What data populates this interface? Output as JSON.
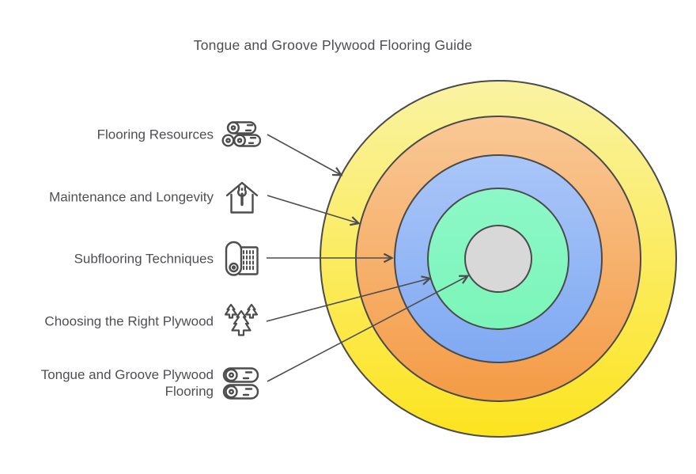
{
  "title": "Tongue and Groove Plywood Flooring Guide",
  "diagram_type": "onion-diagram",
  "labels": [
    {
      "text": "Flooring Resources",
      "icon": "log-pile-icon",
      "target_ring": "Flooring Resources"
    },
    {
      "text": "Maintenance and Longevity",
      "icon": "house-wrench-icon",
      "target_ring": "Maintenance and Longevity"
    },
    {
      "text": "Subflooring Techniques",
      "icon": "underlayment-roll-icon",
      "target_ring": "Subflooring Techniques"
    },
    {
      "text": "Choosing the Right Plywood",
      "icon": "pine-trees-icon",
      "target_ring": "Choosing the Right Plywood"
    },
    {
      "text": "Tongue and Groove Plywood Flooring",
      "icon": "stacked-logs-icon",
      "target_ring": "core"
    }
  ],
  "rings": [
    {
      "name": "Flooring Resources",
      "radius": 225,
      "color_top": "#faf3a3",
      "color_bottom": "#fce41f"
    },
    {
      "name": "Maintenance and Longevity",
      "radius": 180,
      "color_top": "#f9c896",
      "color_bottom": "#f49b45"
    },
    {
      "name": "Subflooring Techniques",
      "radius": 131,
      "color_top": "#aac6f8",
      "color_bottom": "#7fa9f2"
    },
    {
      "name": "Choosing the Right Plywood",
      "radius": 89,
      "color_top": "#8df8c8",
      "color_bottom": "#7bf5b9"
    },
    {
      "name": "core",
      "radius": 42,
      "color_top": "#d8d8d8",
      "color_bottom": "#d8d8d8"
    }
  ],
  "colors": {
    "ring_stroke": "#4a4a4a",
    "arrow": "#4d4d4d",
    "icon_stroke": "#4d4d4d",
    "core": "#d8d8d8",
    "text": "#4f4f53",
    "background": "#ffffff"
  }
}
